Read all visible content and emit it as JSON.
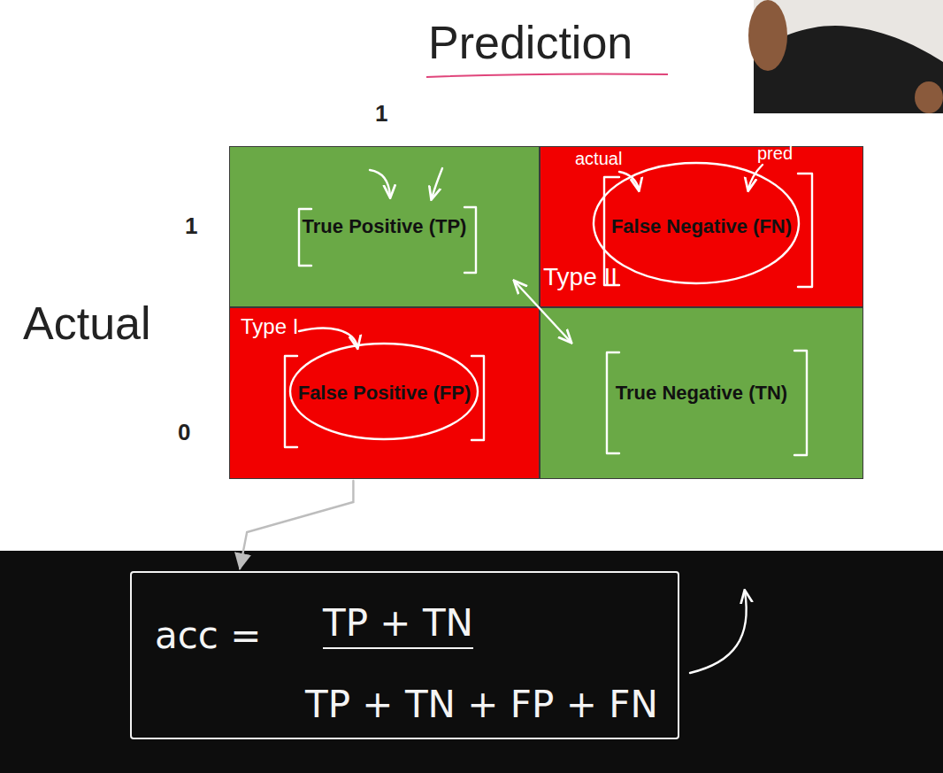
{
  "diagram": {
    "nodes": [
      {
        "text": [
          "True Positive (TP)"
        ]
      },
      {
        "text": [
          "False Negative (FN)"
        ]
      },
      {
        "text": [
          "False Positive (FP)"
        ]
      },
      {
        "text": [
          "True Negative (TN)"
        ]
      },
      {
        "text": [
          "acc =",
          "TP + TN",
          "TP + TN + FP + FN"
        ]
      }
    ],
    "edges": [
      {
        "from": 2,
        "to": 4,
        "arrow": "to"
      }
    ],
    "labels": [
      "Prediction",
      "1",
      "1",
      "Actual",
      "0",
      "actual",
      "pred",
      "Type II",
      "Type I"
    ]
  }
}
